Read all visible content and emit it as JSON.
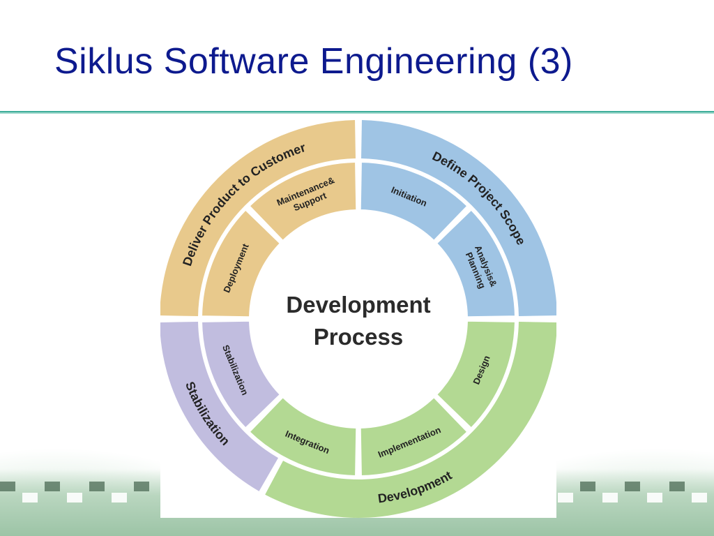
{
  "slide": {
    "title": "Siklus Software Engineering (3)"
  },
  "diagram": {
    "center": {
      "line1": "Development",
      "line2": "Process"
    },
    "outer_phases": [
      {
        "label": "Define Project Scope",
        "color": "#9fc4e4"
      },
      {
        "label": "Development",
        "color": "#b3d993"
      },
      {
        "label": "Stabilization",
        "color": "#c1bddf"
      },
      {
        "label": "Deliver Product to Customer",
        "color": "#e8c98c"
      }
    ],
    "inner_steps": [
      {
        "line1": "Initiation",
        "line2": "",
        "color": "#9fc4e4"
      },
      {
        "line1": "Analysis&",
        "line2": "Planning",
        "color": "#9fc4e4"
      },
      {
        "line1": "Design",
        "line2": "",
        "color": "#b3d993"
      },
      {
        "line1": "Implementation",
        "line2": "",
        "color": "#b3d993"
      },
      {
        "line1": "Integration",
        "line2": "",
        "color": "#b3d993"
      },
      {
        "line1": "Stabilization",
        "line2": "",
        "color": "#c1bddf"
      },
      {
        "line1": "Deployment",
        "line2": "",
        "color": "#e8c98c"
      },
      {
        "line1": "Maintenance&",
        "line2": "Support",
        "color": "#e8c98c"
      }
    ]
  },
  "colors": {
    "title": "#0d1a8e",
    "rule": "#3fae9a",
    "text": "#222222"
  }
}
